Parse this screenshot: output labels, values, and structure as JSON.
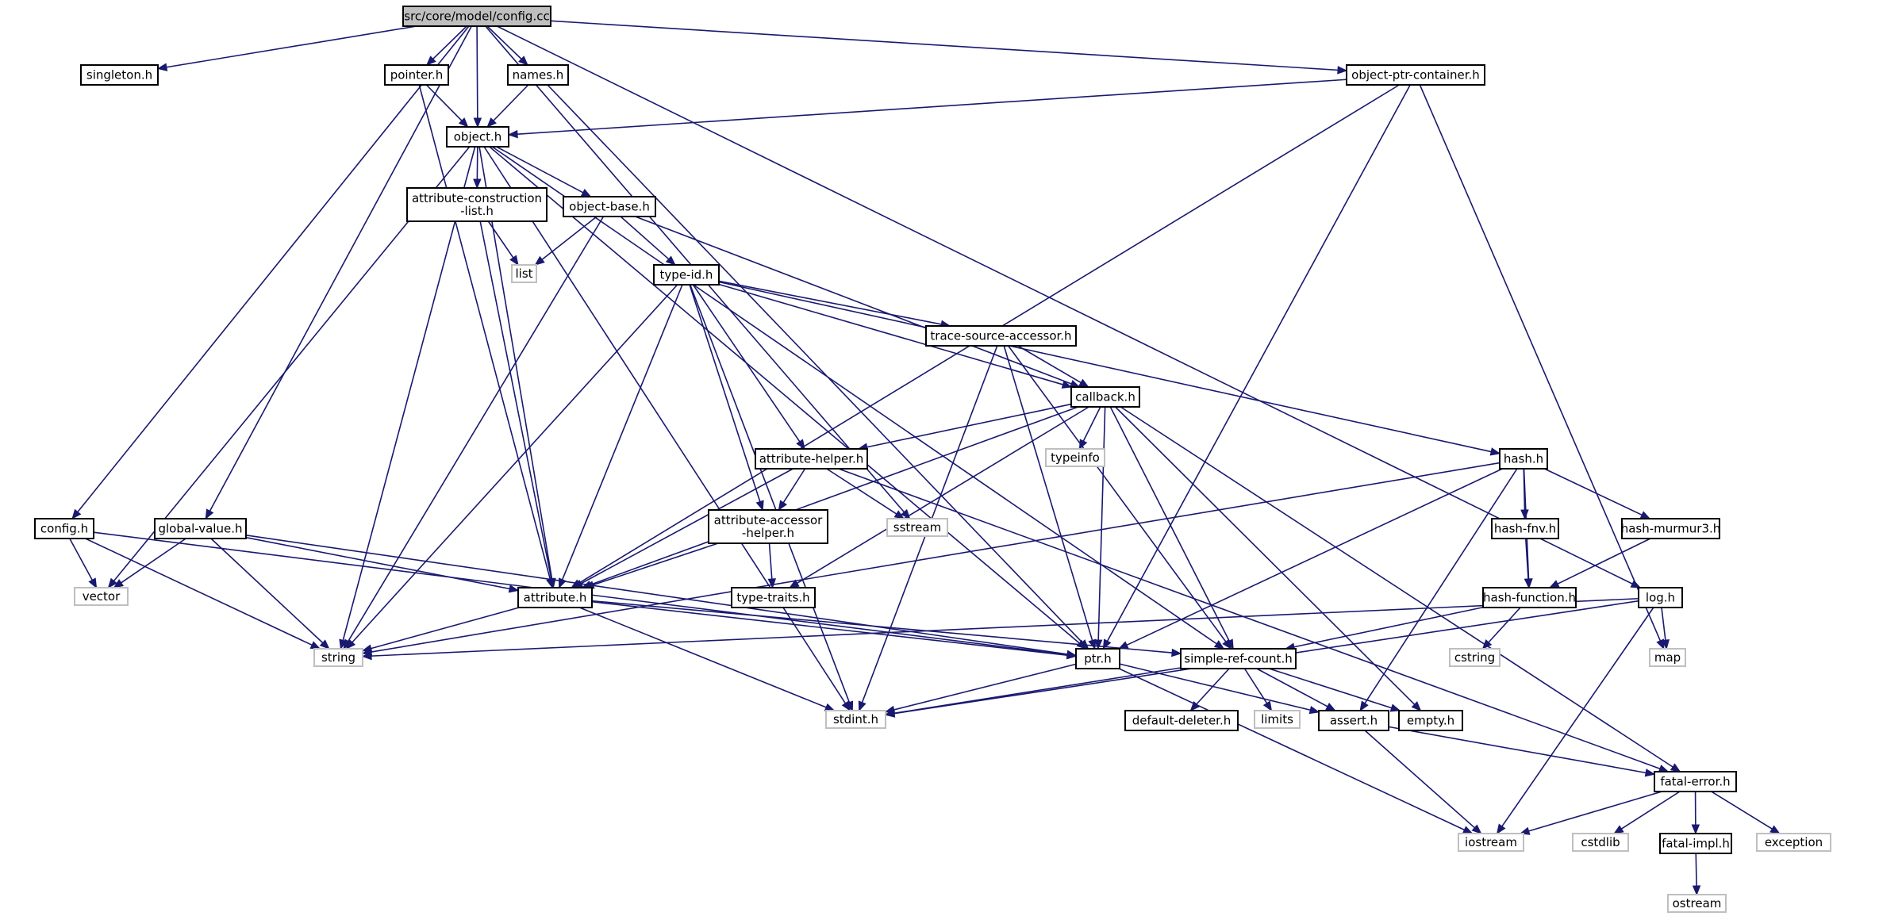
{
  "diagram": {
    "kind": "include-dependency-graph",
    "colors": {
      "edge": "#191970",
      "local_border": "#000000",
      "system_border": "#bfbfbf",
      "root_fill": "#bfbfbf"
    },
    "nodes": [
      {
        "id": "config_cc",
        "lines": [
          "src/core/model/config.cc"
        ],
        "kind": "root"
      },
      {
        "id": "singleton_h",
        "lines": [
          "singleton.h"
        ],
        "kind": "local"
      },
      {
        "id": "pointer_h",
        "lines": [
          "pointer.h"
        ],
        "kind": "local"
      },
      {
        "id": "names_h",
        "lines": [
          "names.h"
        ],
        "kind": "local"
      },
      {
        "id": "object_ptr_container_h",
        "lines": [
          "object-ptr-container.h"
        ],
        "kind": "local"
      },
      {
        "id": "object_h",
        "lines": [
          "object.h"
        ],
        "kind": "local"
      },
      {
        "id": "attribute_construction_list_h",
        "lines": [
          "attribute-construction",
          "-list.h"
        ],
        "kind": "local"
      },
      {
        "id": "object_base_h",
        "lines": [
          "object-base.h"
        ],
        "kind": "local"
      },
      {
        "id": "list",
        "lines": [
          "list"
        ],
        "kind": "system"
      },
      {
        "id": "type_id_h",
        "lines": [
          "type-id.h"
        ],
        "kind": "local"
      },
      {
        "id": "trace_source_accessor_h",
        "lines": [
          "trace-source-accessor.h"
        ],
        "kind": "local"
      },
      {
        "id": "callback_h",
        "lines": [
          "callback.h"
        ],
        "kind": "local"
      },
      {
        "id": "typeinfo",
        "lines": [
          "typeinfo"
        ],
        "kind": "system"
      },
      {
        "id": "attribute_helper_h",
        "lines": [
          "attribute-helper.h"
        ],
        "kind": "local"
      },
      {
        "id": "hash_h",
        "lines": [
          "hash.h"
        ],
        "kind": "local"
      },
      {
        "id": "config_h",
        "lines": [
          "config.h"
        ],
        "kind": "local"
      },
      {
        "id": "global_value_h",
        "lines": [
          "global-value.h"
        ],
        "kind": "local"
      },
      {
        "id": "attribute_accessor_helper_h",
        "lines": [
          "attribute-accessor",
          "-helper.h"
        ],
        "kind": "local"
      },
      {
        "id": "sstream",
        "lines": [
          "sstream"
        ],
        "kind": "system"
      },
      {
        "id": "hash_fnv_h",
        "lines": [
          "hash-fnv.h"
        ],
        "kind": "local"
      },
      {
        "id": "hash_murmur3_h",
        "lines": [
          "hash-murmur3.h"
        ],
        "kind": "local"
      },
      {
        "id": "vector",
        "lines": [
          "vector"
        ],
        "kind": "system"
      },
      {
        "id": "attribute_h",
        "lines": [
          "attribute.h"
        ],
        "kind": "local"
      },
      {
        "id": "type_traits_h",
        "lines": [
          "type-traits.h"
        ],
        "kind": "local"
      },
      {
        "id": "hash_function_h",
        "lines": [
          "hash-function.h"
        ],
        "kind": "local"
      },
      {
        "id": "log_h",
        "lines": [
          "log.h"
        ],
        "kind": "local"
      },
      {
        "id": "string",
        "lines": [
          "string"
        ],
        "kind": "system"
      },
      {
        "id": "ptr_h",
        "lines": [
          "ptr.h"
        ],
        "kind": "local"
      },
      {
        "id": "simple_ref_count_h",
        "lines": [
          "simple-ref-count.h"
        ],
        "kind": "local"
      },
      {
        "id": "cstring",
        "lines": [
          "cstring"
        ],
        "kind": "system"
      },
      {
        "id": "map",
        "lines": [
          "map"
        ],
        "kind": "system"
      },
      {
        "id": "stdint_h",
        "lines": [
          "stdint.h"
        ],
        "kind": "system"
      },
      {
        "id": "default_deleter_h",
        "lines": [
          "default-deleter.h"
        ],
        "kind": "local"
      },
      {
        "id": "limits",
        "lines": [
          "limits"
        ],
        "kind": "system"
      },
      {
        "id": "assert_h",
        "lines": [
          "assert.h"
        ],
        "kind": "local"
      },
      {
        "id": "empty_h",
        "lines": [
          "empty.h"
        ],
        "kind": "local"
      },
      {
        "id": "fatal_error_h",
        "lines": [
          "fatal-error.h"
        ],
        "kind": "local"
      },
      {
        "id": "iostream",
        "lines": [
          "iostream"
        ],
        "kind": "system"
      },
      {
        "id": "cstdlib",
        "lines": [
          "cstdlib"
        ],
        "kind": "system"
      },
      {
        "id": "fatal_impl_h",
        "lines": [
          "fatal-impl.h"
        ],
        "kind": "local"
      },
      {
        "id": "exception",
        "lines": [
          "exception"
        ],
        "kind": "system"
      },
      {
        "id": "ostream",
        "lines": [
          "ostream"
        ],
        "kind": "system"
      }
    ],
    "edges": [
      [
        "config_cc",
        "singleton_h"
      ],
      [
        "config_cc",
        "pointer_h"
      ],
      [
        "config_cc",
        "names_h"
      ],
      [
        "config_cc",
        "object_ptr_container_h"
      ],
      [
        "config_cc",
        "object_h"
      ],
      [
        "config_cc",
        "config_h"
      ],
      [
        "config_cc",
        "global_value_h"
      ],
      [
        "config_cc",
        "sstream"
      ],
      [
        "config_cc",
        "log_h"
      ],
      [
        "pointer_h",
        "object_h"
      ],
      [
        "pointer_h",
        "attribute_h"
      ],
      [
        "names_h",
        "object_h"
      ],
      [
        "names_h",
        "ptr_h"
      ],
      [
        "object_ptr_container_h",
        "object_h"
      ],
      [
        "object_ptr_container_h",
        "ptr_h"
      ],
      [
        "object_ptr_container_h",
        "attribute_h"
      ],
      [
        "object_ptr_container_h",
        "map"
      ],
      [
        "object_h",
        "attribute_construction_list_h"
      ],
      [
        "object_h",
        "object_base_h"
      ],
      [
        "object_h",
        "vector"
      ],
      [
        "object_h",
        "string"
      ],
      [
        "object_h",
        "stdint_h"
      ],
      [
        "object_h",
        "attribute_h"
      ],
      [
        "object_h",
        "ptr_h"
      ],
      [
        "object_h",
        "simple_ref_count_h"
      ],
      [
        "attribute_construction_list_h",
        "list"
      ],
      [
        "attribute_construction_list_h",
        "attribute_h"
      ],
      [
        "object_base_h",
        "list"
      ],
      [
        "object_base_h",
        "type_id_h"
      ],
      [
        "object_base_h",
        "callback_h"
      ],
      [
        "object_base_h",
        "string"
      ],
      [
        "type_id_h",
        "trace_source_accessor_h"
      ],
      [
        "type_id_h",
        "callback_h"
      ],
      [
        "type_id_h",
        "attribute_helper_h"
      ],
      [
        "type_id_h",
        "attribute_accessor_helper_h"
      ],
      [
        "type_id_h",
        "hash_h"
      ],
      [
        "type_id_h",
        "attribute_h"
      ],
      [
        "type_id_h",
        "string"
      ],
      [
        "type_id_h",
        "stdint_h"
      ],
      [
        "trace_source_accessor_h",
        "callback_h"
      ],
      [
        "trace_source_accessor_h",
        "ptr_h"
      ],
      [
        "trace_source_accessor_h",
        "simple_ref_count_h"
      ],
      [
        "trace_source_accessor_h",
        "stdint_h"
      ],
      [
        "callback_h",
        "typeinfo"
      ],
      [
        "callback_h",
        "attribute_helper_h"
      ],
      [
        "callback_h",
        "type_traits_h"
      ],
      [
        "callback_h",
        "attribute_h"
      ],
      [
        "callback_h",
        "ptr_h"
      ],
      [
        "callback_h",
        "simple_ref_count_h"
      ],
      [
        "callback_h",
        "empty_h"
      ],
      [
        "callback_h",
        "fatal_error_h"
      ],
      [
        "attribute_helper_h",
        "attribute_accessor_helper_h"
      ],
      [
        "attribute_helper_h",
        "sstream"
      ],
      [
        "attribute_helper_h",
        "attribute_h"
      ],
      [
        "attribute_helper_h",
        "fatal_error_h"
      ],
      [
        "attribute_accessor_helper_h",
        "type_traits_h"
      ],
      [
        "attribute_accessor_helper_h",
        "attribute_h"
      ],
      [
        "hash_h",
        "hash_fnv_h"
      ],
      [
        "hash_h",
        "hash_murmur3_h"
      ],
      [
        "hash_h",
        "hash_function_h"
      ],
      [
        "hash_h",
        "string"
      ],
      [
        "hash_h",
        "ptr_h"
      ],
      [
        "hash_h",
        "assert_h"
      ],
      [
        "hash_fnv_h",
        "hash_function_h"
      ],
      [
        "hash_murmur3_h",
        "hash_function_h"
      ],
      [
        "hash_function_h",
        "cstring"
      ],
      [
        "hash_function_h",
        "simple_ref_count_h"
      ],
      [
        "config_h",
        "vector"
      ],
      [
        "config_h",
        "string"
      ],
      [
        "config_h",
        "ptr_h"
      ],
      [
        "global_value_h",
        "vector"
      ],
      [
        "global_value_h",
        "string"
      ],
      [
        "global_value_h",
        "attribute_h"
      ],
      [
        "global_value_h",
        "ptr_h"
      ],
      [
        "attribute_h",
        "string"
      ],
      [
        "attribute_h",
        "stdint_h"
      ],
      [
        "attribute_h",
        "ptr_h"
      ],
      [
        "attribute_h",
        "simple_ref_count_h"
      ],
      [
        "log_h",
        "map"
      ],
      [
        "log_h",
        "iostream"
      ],
      [
        "log_h",
        "stdint_h"
      ],
      [
        "log_h",
        "string"
      ],
      [
        "ptr_h",
        "iostream"
      ],
      [
        "ptr_h",
        "stdint_h"
      ],
      [
        "ptr_h",
        "assert_h"
      ],
      [
        "simple_ref_count_h",
        "default_deleter_h"
      ],
      [
        "simple_ref_count_h",
        "limits"
      ],
      [
        "simple_ref_count_h",
        "assert_h"
      ],
      [
        "simple_ref_count_h",
        "empty_h"
      ],
      [
        "simple_ref_count_h",
        "stdint_h"
      ],
      [
        "assert_h",
        "fatal_error_h"
      ],
      [
        "assert_h",
        "iostream"
      ],
      [
        "fatal_error_h",
        "iostream"
      ],
      [
        "fatal_error_h",
        "cstdlib"
      ],
      [
        "fatal_error_h",
        "fatal_impl_h"
      ],
      [
        "fatal_error_h",
        "exception"
      ],
      [
        "fatal_impl_h",
        "ostream"
      ]
    ]
  }
}
